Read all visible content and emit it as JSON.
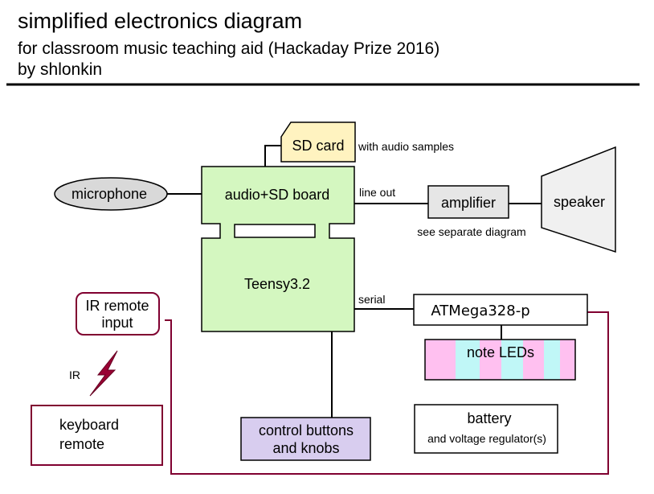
{
  "header": {
    "title": "simplified electronics diagram",
    "subtitle": "for classroom music teaching aid (Hackaday Prize 2016)",
    "author": "by shlonkin"
  },
  "nodes": {
    "sd_card": "SD card",
    "sd_note": "with audio samples",
    "microphone": "microphone",
    "audio_board": "audio+SD board",
    "teensy": "Teensy3.2",
    "amplifier": "amplifier",
    "amp_note": "see separate diagram",
    "speaker": "speaker",
    "ir_input_line1": "IR remote",
    "ir_input_line2": "input",
    "ir_label": "IR",
    "keyboard_line1": "keyboard",
    "keyboard_line2": "remote",
    "atmega": "ATMega328-p",
    "note_leds": "note LEDs",
    "controls_line1": "control buttons",
    "controls_line2": "and knobs",
    "battery_line1": "battery",
    "battery_line2": "and voltage regulator(s)"
  },
  "edges": {
    "line_out": "line out",
    "serial": "serial"
  },
  "colors": {
    "board_fill": "#d4f7c0",
    "sd_fill": "#fff3c0",
    "mic_fill": "#d9d9d9",
    "amp_fill": "#e6e6e6",
    "speaker_fill": "#f0f0f0",
    "controls_fill": "#d8cdef",
    "led_pink": "#ffc0f0",
    "led_cyan": "#c0f7f7",
    "ir_border": "#800030",
    "bolt": "#990033"
  }
}
